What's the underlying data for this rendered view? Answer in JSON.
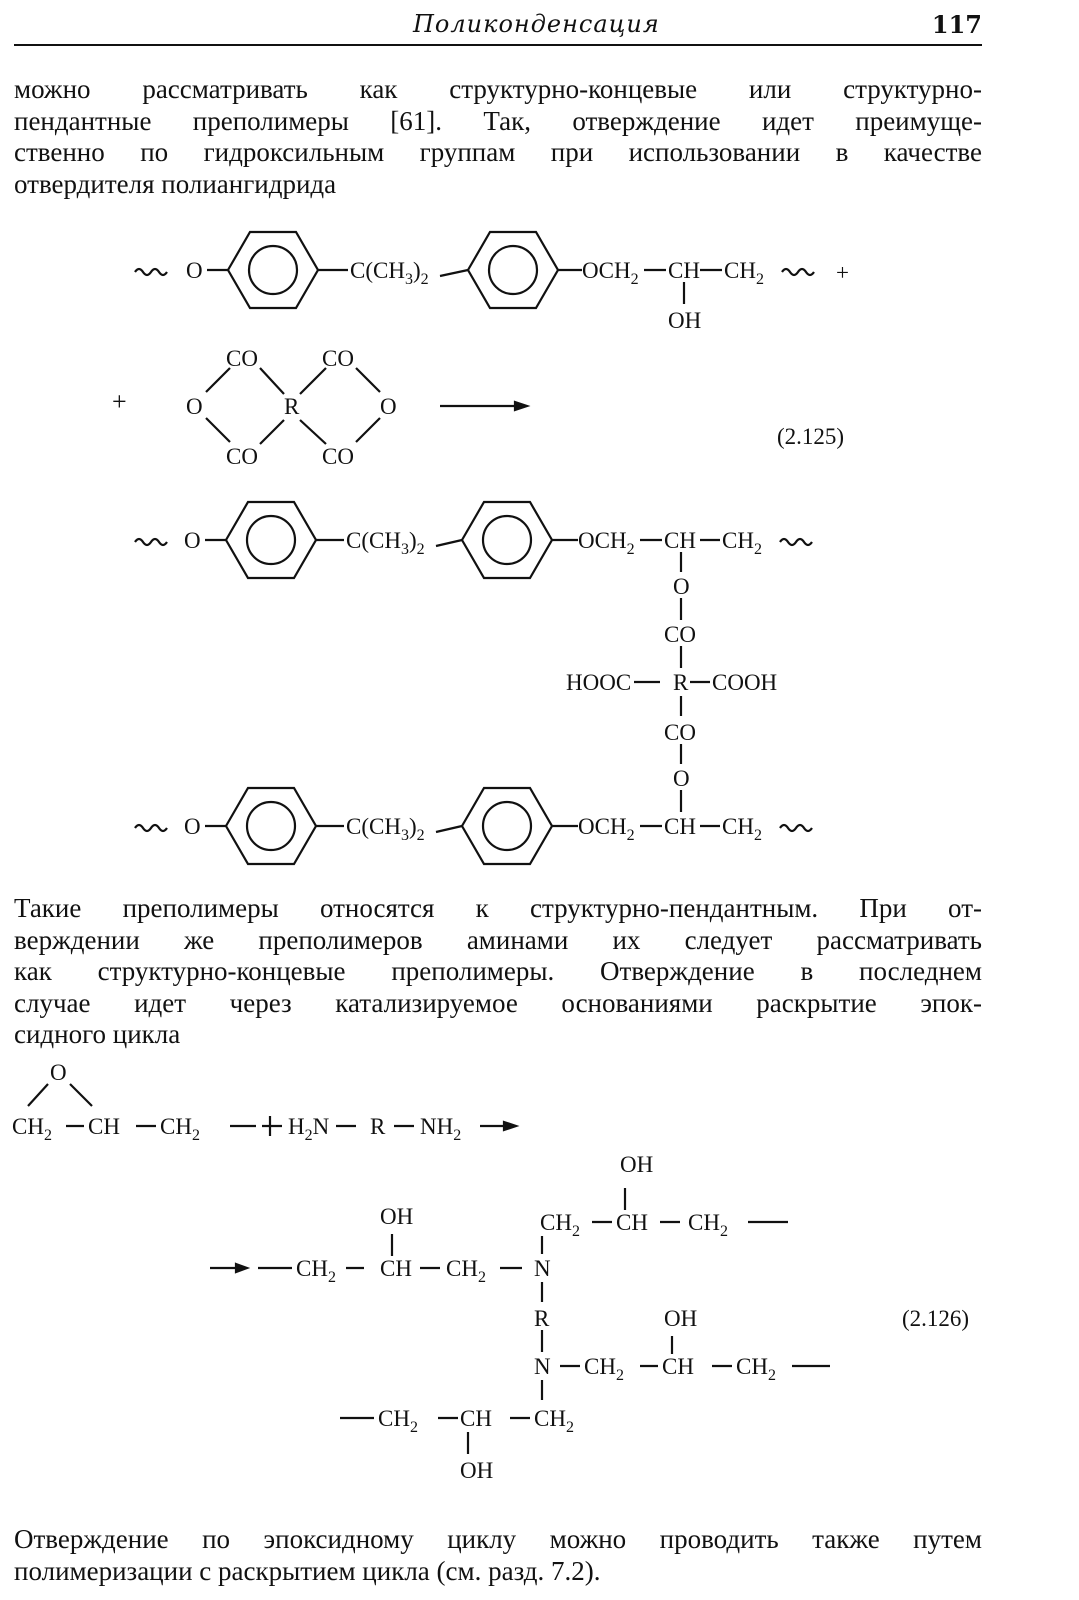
{
  "header": {
    "running_title": "Поликонденсация",
    "page_number": "117"
  },
  "paragraph_1": [
    "можно рассматривать как структурно-концевые или структурно-",
    "пендантные преполимеры [61]. Так, отверждение идет преимуще-",
    "ственно по гидроксильным группам при использовании в качестве",
    "отвердителя полиангидрида"
  ],
  "paragraph_2": [
    "Такие преполимеры относятся к структурно-пендантным. При от-",
    "верждении же преполимеров аминами их следует рассматривать",
    "как структурно-концевые преполимеры. Отверждение в последнем",
    "случае идет через катализируемое основаниями раскрытие эпок-",
    "сидного цикла"
  ],
  "paragraph_3": [
    "Отверждение по эпоксидному циклу можно проводить также путем",
    "полимеризации с раскрытием цикла (см. разд. 7.2)."
  ],
  "equations": {
    "eq_125_number": "(2.125)",
    "eq_126_number": "(2.126)"
  },
  "chem": {
    "O": "O",
    "plus": "+",
    "CO": "CO",
    "R": "R",
    "OH": "OH",
    "CMe2": "C(CH",
    "sub3": "3",
    "sub2": "2",
    "close_paren": ")",
    "OCH": "OCH",
    "CH": "CH",
    "HOOC": "HOOC",
    "COOH": "COOH",
    "N": "N",
    "H2N": "H",
    "NH": "NH",
    "dash": "—"
  }
}
